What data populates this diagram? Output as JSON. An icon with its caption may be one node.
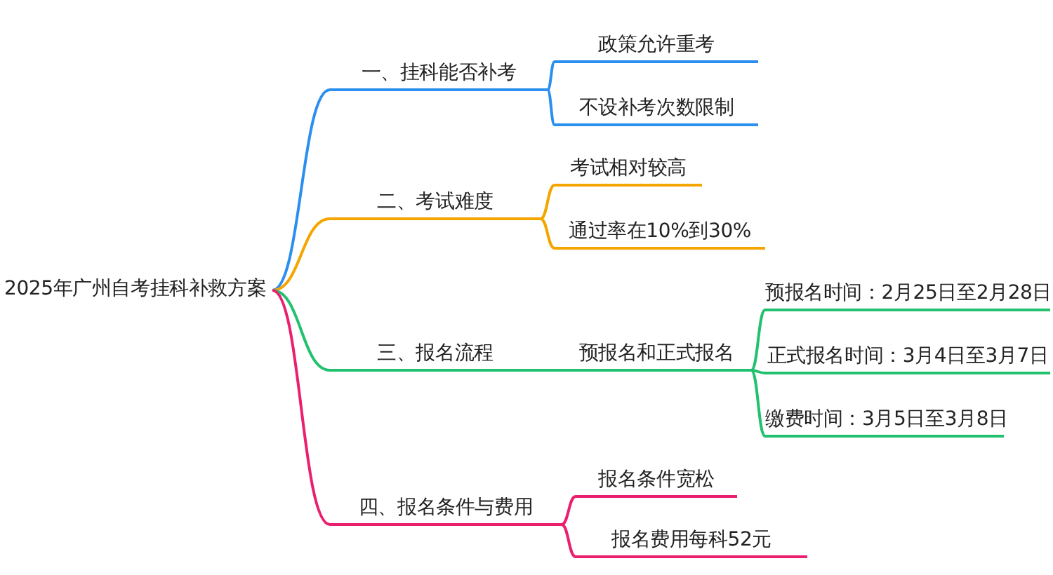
{
  "diagram": {
    "nodes": [
      {
        "text": [
          "2025年广州自考挂科补救方案"
        ]
      },
      {
        "text": [
          "一、挂科能否补考"
        ]
      },
      {
        "text": [
          "政策允许重考"
        ]
      },
      {
        "text": [
          "不设补考次数限制"
        ]
      },
      {
        "text": [
          "二、考试难度"
        ]
      },
      {
        "text": [
          "考试相对较高"
        ]
      },
      {
        "text": [
          "通过率在10%到30%"
        ]
      },
      {
        "text": [
          "三、报名流程"
        ]
      },
      {
        "text": [
          "预报名和正式报名"
        ]
      },
      {
        "text": [
          "预报名时间：2月25日至2月28日"
        ]
      },
      {
        "text": [
          "正式报名时间：3月4日至3月7日"
        ]
      },
      {
        "text": [
          "缴费时间：3月5日至3月8日"
        ]
      },
      {
        "text": [
          "四、报名条件与费用"
        ]
      },
      {
        "text": [
          "报名条件宽松"
        ]
      },
      {
        "text": [
          "报名费用每科52元"
        ]
      }
    ],
    "edges": [
      {
        "from": 0,
        "to": 1,
        "arrow": "none",
        "color": "#2b8ff0"
      },
      {
        "from": 1,
        "to": 2,
        "arrow": "none",
        "color": "#2b8ff0"
      },
      {
        "from": 1,
        "to": 3,
        "arrow": "none",
        "color": "#2b8ff0"
      },
      {
        "from": 0,
        "to": 4,
        "arrow": "none",
        "color": "#f5a500"
      },
      {
        "from": 4,
        "to": 5,
        "arrow": "none",
        "color": "#f5a500"
      },
      {
        "from": 4,
        "to": 6,
        "arrow": "none",
        "color": "#f5a500"
      },
      {
        "from": 0,
        "to": 7,
        "arrow": "none",
        "color": "#22c170"
      },
      {
        "from": 7,
        "to": 8,
        "arrow": "none",
        "color": "#22c170"
      },
      {
        "from": 8,
        "to": 9,
        "arrow": "none",
        "color": "#22c170"
      },
      {
        "from": 8,
        "to": 10,
        "arrow": "none",
        "color": "#22c170"
      },
      {
        "from": 8,
        "to": 11,
        "arrow": "none",
        "color": "#22c170"
      },
      {
        "from": 0,
        "to": 12,
        "arrow": "none",
        "color": "#ea1f6e"
      },
      {
        "from": 12,
        "to": 13,
        "arrow": "none",
        "color": "#ea1f6e"
      },
      {
        "from": 12,
        "to": 14,
        "arrow": "none",
        "color": "#ea1f6e"
      }
    ]
  }
}
